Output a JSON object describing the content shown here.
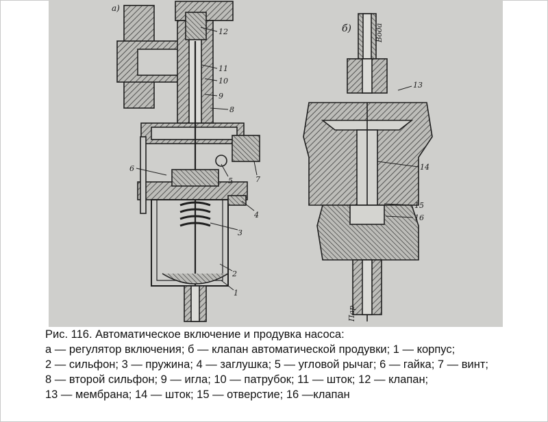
{
  "figure": {
    "sub_a": "а)",
    "sub_b": "б)",
    "label_voda": "Вода",
    "label_par": "Пар",
    "callouts_a": [
      "12",
      "11",
      "10",
      "9",
      "8",
      "7",
      "6",
      "5",
      "4",
      "3",
      "2",
      "1"
    ],
    "callouts_b": [
      "13",
      "14",
      "15",
      "16"
    ]
  },
  "caption": {
    "title": "Рис. 116. Автоматическое включение и продувка насоса:",
    "lines": [
      "а — регулятор включения; б — клапан автоматической продувки; 1 — корпус;",
      "2 — сильфон; 3 — пружина; 4 — заглушка; 5 — угловой рычаг; 6 — гайка; 7 — винт;",
      "8 — второй сильфон; 9 — игла; 10 — патрубок; 11 — шток; 12 — клапан;",
      "13 — мембрана; 14 — шток; 15 — отверстие; 16 —клапан"
    ]
  }
}
